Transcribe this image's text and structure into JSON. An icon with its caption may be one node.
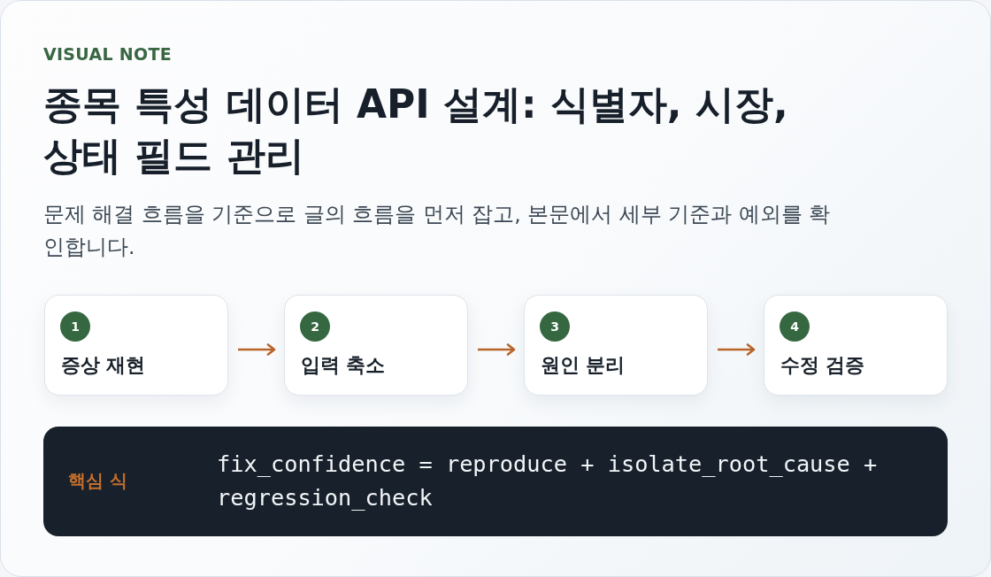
{
  "diagram": {
    "title": "종목 특성 데이터 API 설계: 식별자, 시장, 상태 필드 관리",
    "nodes": [
      {
        "text": [
          "1",
          "증상 재현"
        ]
      },
      {
        "text": [
          "2",
          "입력 축소"
        ]
      },
      {
        "text": [
          "3",
          "원인 분리"
        ]
      },
      {
        "text": [
          "4",
          "수정 검증"
        ]
      },
      {
        "text": [
          "핵심 식",
          "fix_confidence = reproduce + isolate_root_cause + regression_check"
        ]
      }
    ],
    "edges": [
      {
        "from": 0,
        "to": 1,
        "arrow": "to"
      },
      {
        "from": 1,
        "to": 2,
        "arrow": "to"
      },
      {
        "from": 2,
        "to": 3,
        "arrow": "to"
      }
    ],
    "labels": [
      "VISUAL NOTE",
      "문제 해결 흐름을 기준으로 글의 흐름을 먼저 잡고, 본문에서 세부 기준과 예외를 확인합니다."
    ]
  }
}
